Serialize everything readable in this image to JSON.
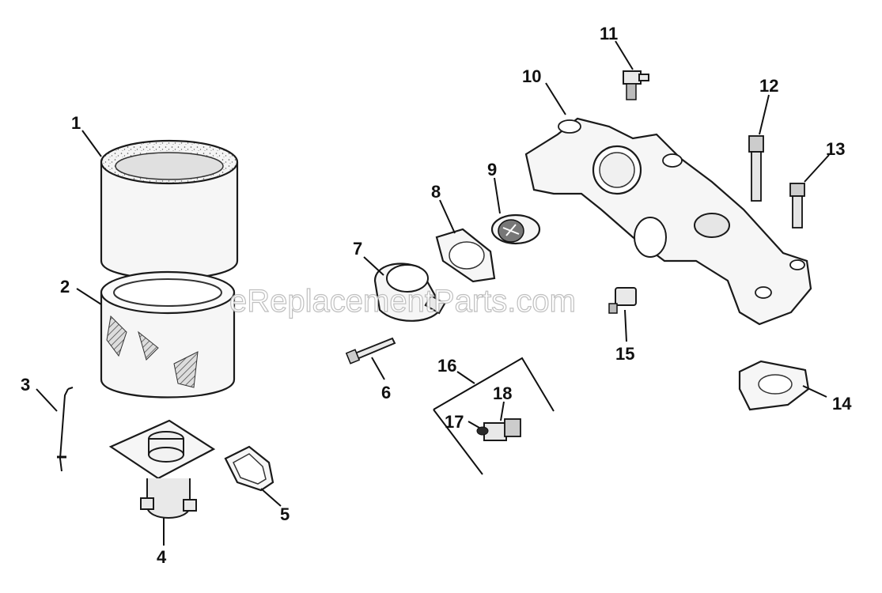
{
  "watermark": "eReplacementParts.com",
  "callouts": {
    "c1": "1",
    "c2": "2",
    "c3": "3",
    "c4": "4",
    "c5": "5",
    "c6": "6",
    "c7": "7",
    "c8": "8",
    "c9": "9",
    "c10": "10",
    "c11": "11",
    "c12": "12",
    "c13": "13",
    "c14": "14",
    "c15": "15",
    "c16": "16",
    "c17": "17",
    "c18": "18"
  }
}
